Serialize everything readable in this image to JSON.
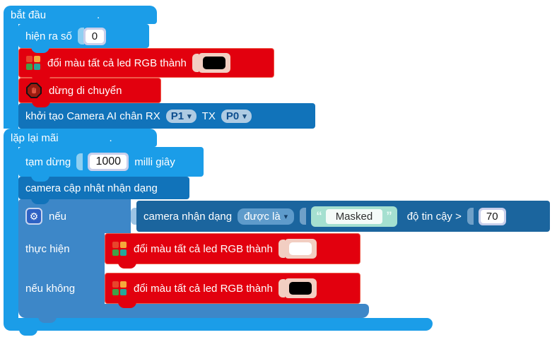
{
  "icons": {
    "gear": "⚙",
    "dropdown_arrow": "▾"
  },
  "colors": {
    "bright_blue": "#1B9DE8",
    "medium_blue": "#3D87C8",
    "dark_blue": "#1173BA",
    "condition_blue": "#1B659E",
    "red": "#E2000E",
    "shadow_input": "#C9CFEB",
    "color_holder": "#F2CEC2",
    "string_block": "#A5E0D0"
  },
  "blocks": {
    "start": {
      "label": "bắt đầu",
      "dot": "."
    },
    "show_number": {
      "label": "hiện ra số",
      "value": "0"
    },
    "rgb": {
      "label": "đổi màu tất cả led RGB thành"
    },
    "rgb_values": {
      "first": "#000000",
      "do": "#ffffff",
      "else": "#000000"
    },
    "stop": {
      "label": "dừng di chuyển"
    },
    "init_camera": {
      "label": "khởi tạo Camera AI chân RX",
      "rx": "P1",
      "tx_label": "TX",
      "tx": "P0"
    },
    "forever": {
      "label": "lặp lại mãi",
      "dot": "."
    },
    "pause": {
      "label": "tạm dừng",
      "value": "1000",
      "unit": "milli giây"
    },
    "camera_update": {
      "label": "camera cập nhật nhận dạng"
    },
    "if": {
      "if_label": "nếu",
      "do_label": "thực hiện",
      "else_label": "nếu không"
    },
    "condition": {
      "label": "camera nhận dạng",
      "mode": "được là",
      "open_quote": "“",
      "close_quote": "”",
      "value": "Masked",
      "confidence_label": "độ tin cậy >",
      "confidence": "70"
    }
  }
}
